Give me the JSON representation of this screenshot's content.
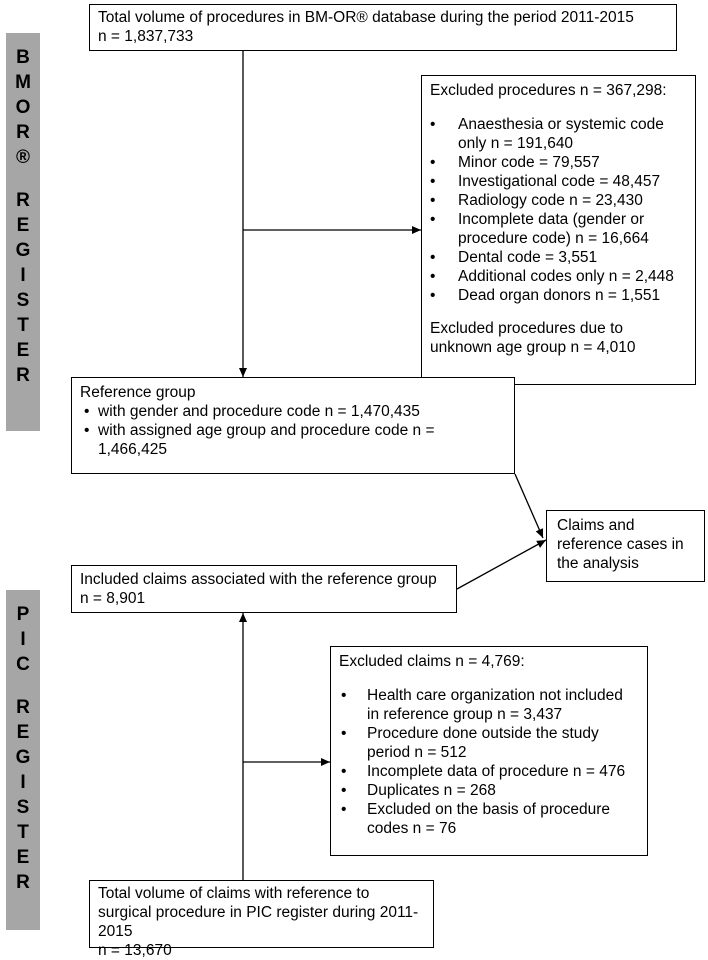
{
  "side_labels": {
    "bmor": [
      "B",
      "M",
      "O",
      "R",
      "®",
      "",
      "R",
      "E",
      "G",
      "I",
      "S",
      "T",
      "E",
      "R"
    ],
    "pic": [
      "P",
      "I",
      "C",
      "",
      "R",
      "E",
      "G",
      "I",
      "S",
      "T",
      "E",
      "R"
    ]
  },
  "boxes": {
    "total_procedures": {
      "line1": "Total volume of procedures in BM-OR® database during the period 2011-2015",
      "line2": "n = 1,837,733"
    },
    "excluded_procedures": {
      "title": "Excluded procedures  n = 367,298:",
      "items": [
        "Anaesthesia or systemic code only n = 191,640",
        "Minor code = 79,557",
        "Investigational code = 48,457",
        "Radiology code n = 23,430",
        "Incomplete data (gender or procedure code) n = 16,664",
        "Dental code = 3,551",
        "Additional codes only n = 2,448",
        "Dead organ donors n = 1,551"
      ],
      "footer": "Excluded procedures due to unknown age group n = 4,010"
    },
    "reference_group": {
      "title": "Reference group",
      "items": [
        "with gender and procedure code n = 1,470,435",
        "with assigned age group and procedure code n = 1,466,425"
      ]
    },
    "claims_reference": {
      "text": "Claims and reference cases in the analysis"
    },
    "included_claims": {
      "line1": "Included claims associated with the reference group",
      "line2": "n = 8,901"
    },
    "excluded_claims": {
      "title": "Excluded claims n = 4,769:",
      "items": [
        "Health care organization not included in reference group n = 3,437",
        "Procedure done outside the study period  n = 512",
        "Incomplete data of procedure n = 476",
        "Duplicates n = 268",
        "Excluded on the basis of procedure codes n = 76"
      ]
    },
    "total_claims": {
      "line1": "Total volume of claims with reference to surgical procedure in PIC register during 2011-2015",
      "line2": "n = 13,670"
    }
  }
}
